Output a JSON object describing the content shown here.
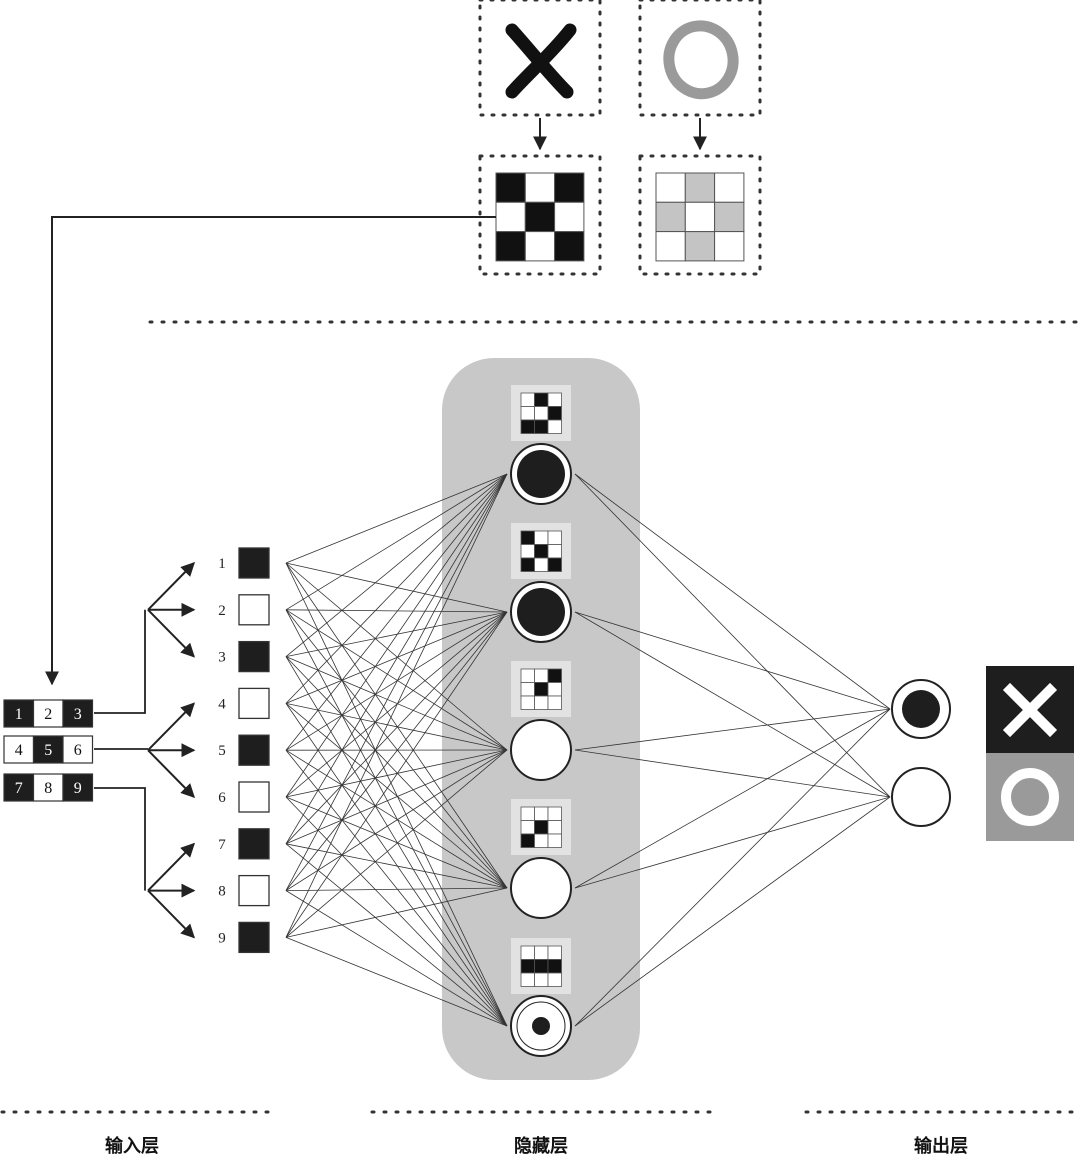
{
  "captions": {
    "input": "输入层",
    "hidden": "隐藏层",
    "output": "输出层"
  },
  "input_grid": {
    "rows": [
      [
        "1",
        "2",
        "3"
      ],
      [
        "4",
        "5",
        "6"
      ],
      [
        "7",
        "8",
        "9"
      ]
    ],
    "filled": [
      [
        1,
        0,
        1
      ],
      [
        0,
        1,
        0
      ],
      [
        1,
        0,
        1
      ]
    ]
  },
  "input_nodes": [
    {
      "label": "1",
      "filled": true
    },
    {
      "label": "2",
      "filled": false
    },
    {
      "label": "3",
      "filled": true
    },
    {
      "label": "4",
      "filled": false
    },
    {
      "label": "5",
      "filled": true
    },
    {
      "label": "6",
      "filled": false
    },
    {
      "label": "7",
      "filled": true
    },
    {
      "label": "8",
      "filled": false
    },
    {
      "label": "9",
      "filled": true
    }
  ],
  "samples": [
    {
      "symbol": "X",
      "pattern": [
        [
          1,
          0,
          1
        ],
        [
          0,
          1,
          0
        ],
        [
          1,
          0,
          1
        ]
      ],
      "cell_color": "#111111"
    },
    {
      "symbol": "O",
      "pattern": [
        [
          0,
          1,
          0
        ],
        [
          1,
          0,
          1
        ],
        [
          0,
          1,
          0
        ]
      ],
      "cell_color": "#c4c4c4"
    }
  ],
  "hidden_nodes": [
    {
      "pattern": [
        [
          0,
          1,
          0
        ],
        [
          0,
          0,
          1
        ],
        [
          1,
          1,
          0
        ]
      ],
      "state": "filled"
    },
    {
      "pattern": [
        [
          1,
          0,
          0
        ],
        [
          0,
          1,
          0
        ],
        [
          1,
          0,
          1
        ]
      ],
      "state": "filled"
    },
    {
      "pattern": [
        [
          0,
          0,
          1
        ],
        [
          0,
          1,
          0
        ],
        [
          0,
          0,
          0
        ]
      ],
      "state": "empty"
    },
    {
      "pattern": [
        [
          0,
          0,
          0
        ],
        [
          0,
          1,
          0
        ],
        [
          1,
          0,
          0
        ]
      ],
      "state": "empty"
    },
    {
      "pattern": [
        [
          0,
          0,
          0
        ],
        [
          1,
          1,
          1
        ],
        [
          0,
          0,
          0
        ]
      ],
      "state": "dot"
    }
  ],
  "output_nodes": [
    {
      "class": "X",
      "state": "filled"
    },
    {
      "class": "O",
      "state": "empty"
    }
  ],
  "colors": {
    "dark": "#1e1e1e",
    "hidden_panel": "#c8c8c8",
    "o_gray": "#9a9a9a"
  }
}
